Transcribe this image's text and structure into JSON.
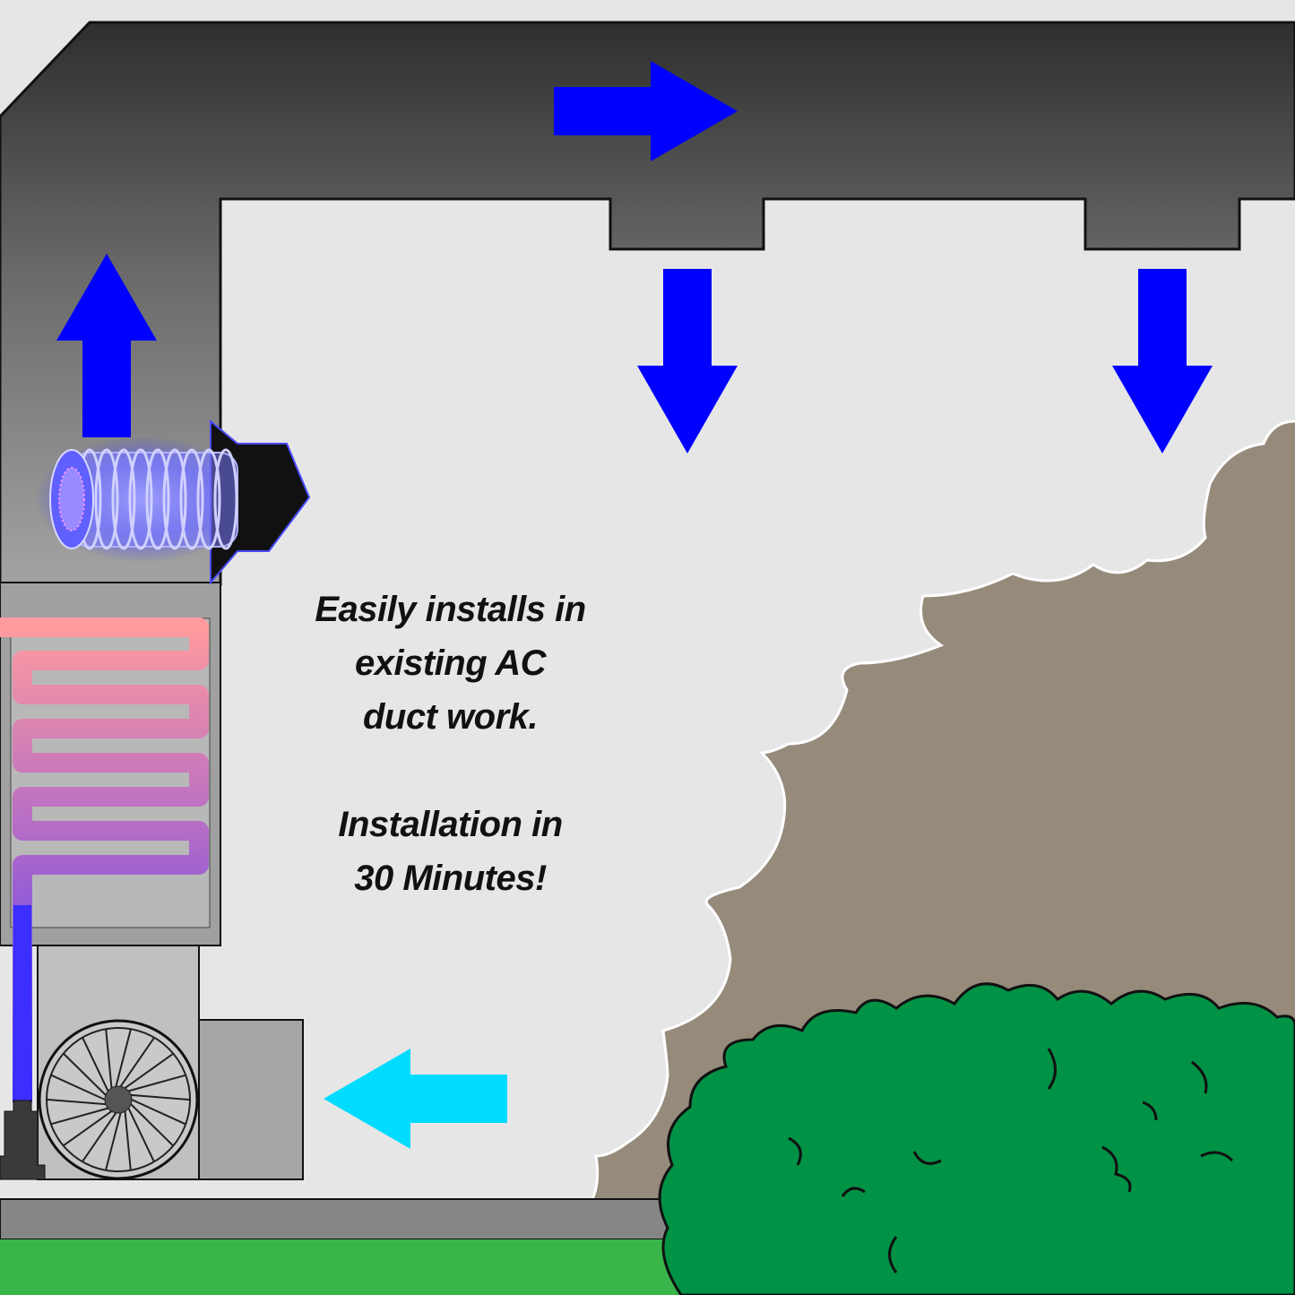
{
  "caption": {
    "install_lines": [
      "Easily installs in",
      "existing AC",
      "duct work."
    ],
    "time_lines": [
      "Installation in",
      "30 Minutes!"
    ]
  },
  "colors": {
    "airflow_arrow": "#0000ff",
    "return_air_arrow": "#00dcff",
    "duct_gradient_top": "#2e2e2e",
    "duct_gradient_bottom": "#9a9a9a",
    "room": "#e6e6e7",
    "wall_backdrop": "#968a7b",
    "hedge": "#009245",
    "lawn": "#39b54a",
    "coil_warm": "#ff9a9e",
    "coil_cool": "#3b2eff"
  },
  "icons": [
    "uv-air-purifier-icon",
    "evaporator-coil-icon",
    "blower-fan-icon",
    "condensate-drain-icon"
  ]
}
